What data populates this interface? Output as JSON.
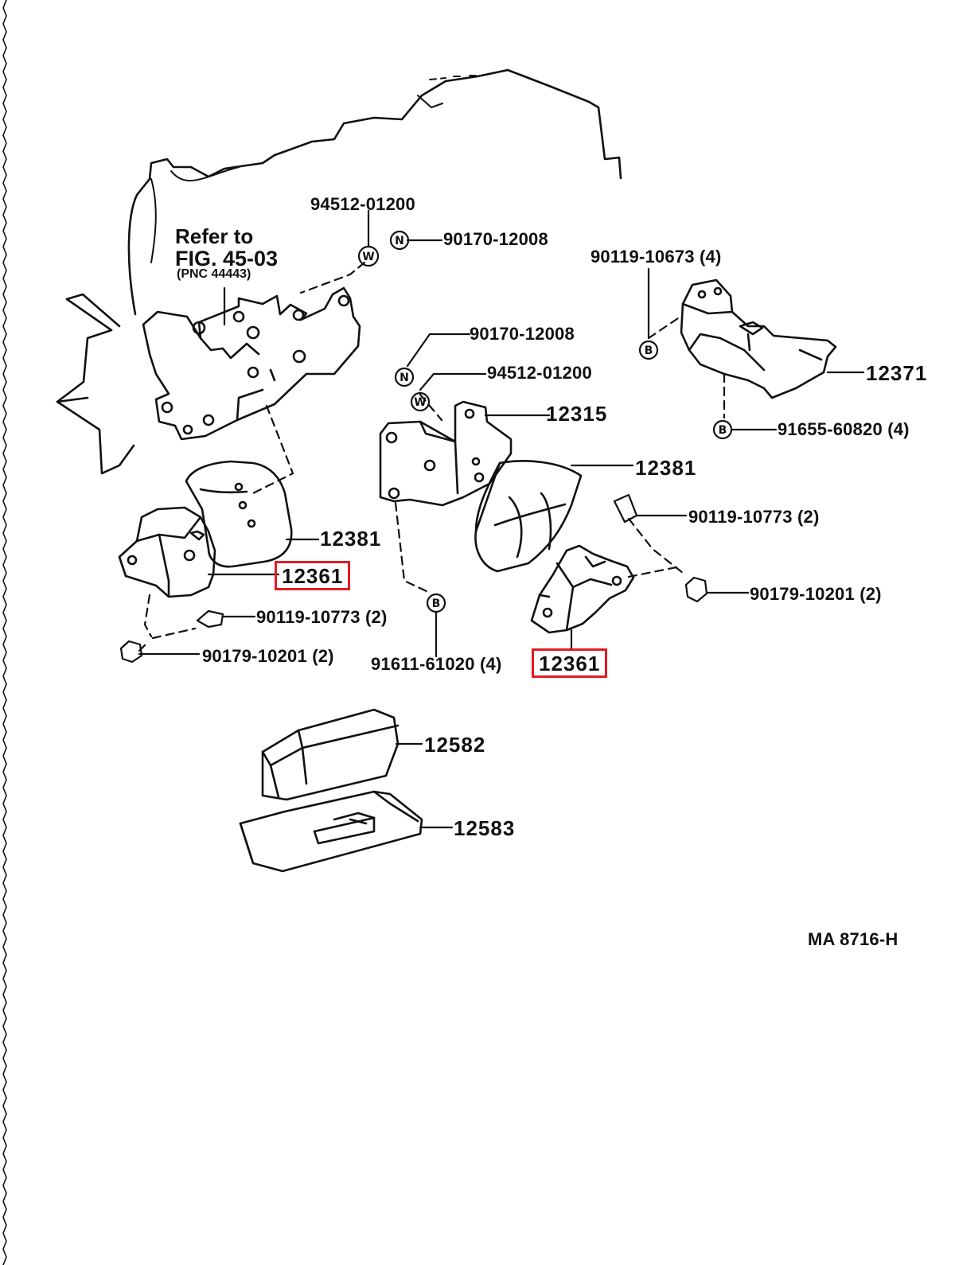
{
  "refer": {
    "line1": "Refer to",
    "line2": "FIG. 45-03",
    "line3": "(PNC 44443)"
  },
  "symbols": {
    "washer": "W",
    "nut": "N",
    "bolt": "B"
  },
  "labels": {
    "p94512_top": "94512-01200",
    "p90170_top": "90170-12008",
    "p90119_10673": "90119-10673 (4)",
    "p90170_mid": "90170-12008",
    "p94512_mid": "94512-01200",
    "p12315": "12315",
    "p12371": "12371",
    "p91655": "91655-60820 (4)",
    "p12381_right": "12381",
    "p90119_10773_right": "90119-10773 (2)",
    "p12381_left": "12381",
    "p12361_left": "12361",
    "p90179_right": "90179-10201 (2)",
    "p90119_10773_left": "90119-10773 (2)",
    "p90179_left": "90179-10201 (2)",
    "p91611": "91611-61020 (4)",
    "p12361_right": "12361",
    "p12582": "12582",
    "p12583": "12583",
    "diagram_code": "MA 8716-H"
  },
  "highlight_color": "#e31b23"
}
